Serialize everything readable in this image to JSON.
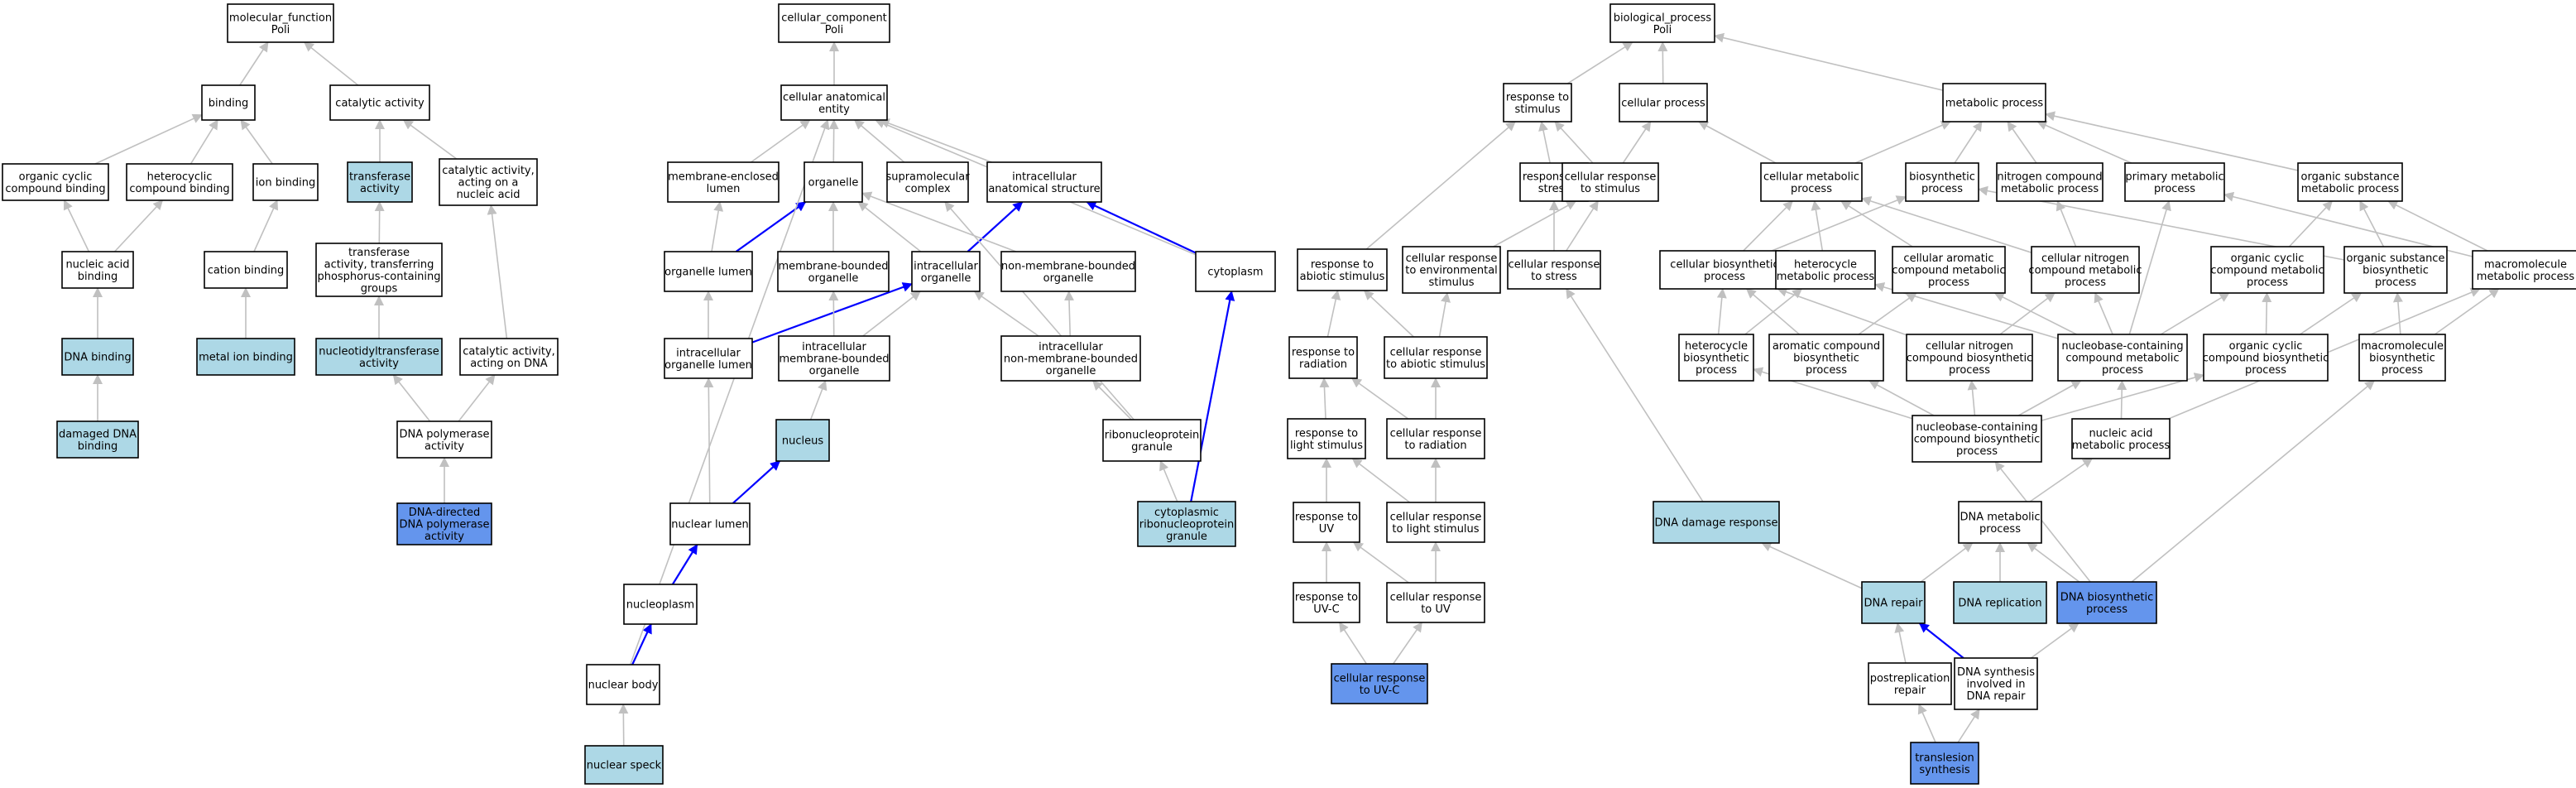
{
  "colors": {
    "plain": "#ffffff",
    "light": "#add8e6",
    "dark": "#6495ed",
    "edge_gray": "#c0c0c0",
    "edge_blue": "#0000ff",
    "stroke": "#000000"
  },
  "nodes": [
    {
      "id": "mf",
      "lines": [
        "molecular_function",
        "Poli"
      ],
      "fill": "plain"
    },
    {
      "id": "binding",
      "lines": [
        "binding"
      ],
      "fill": "plain"
    },
    {
      "id": "catalytic",
      "lines": [
        "catalytic activity"
      ],
      "fill": "plain"
    },
    {
      "id": "ocb",
      "lines": [
        "organic cyclic",
        "compound binding"
      ],
      "fill": "plain"
    },
    {
      "id": "hcb",
      "lines": [
        "heterocyclic",
        "compound binding"
      ],
      "fill": "plain"
    },
    {
      "id": "ionb",
      "lines": [
        "ion binding"
      ],
      "fill": "plain"
    },
    {
      "id": "transferase",
      "lines": [
        "transferase",
        "activity"
      ],
      "fill": "light"
    },
    {
      "id": "catna",
      "lines": [
        "catalytic activity,",
        "acting on a",
        "nucleic acid"
      ],
      "fill": "plain"
    },
    {
      "id": "nab",
      "lines": [
        "nucleic acid",
        "binding"
      ],
      "fill": "plain"
    },
    {
      "id": "cationb",
      "lines": [
        "cation binding"
      ],
      "fill": "plain"
    },
    {
      "id": "transphos",
      "lines": [
        "transferase",
        "activity, transferring",
        "phosphorus-containing",
        "groups"
      ],
      "fill": "plain"
    },
    {
      "id": "dnab",
      "lines": [
        "DNA binding"
      ],
      "fill": "light"
    },
    {
      "id": "metalb",
      "lines": [
        "metal ion binding"
      ],
      "fill": "light"
    },
    {
      "id": "nucltrans",
      "lines": [
        "nucleotidyltransferase",
        "activity"
      ],
      "fill": "light"
    },
    {
      "id": "catdna",
      "lines": [
        "catalytic activity,",
        "acting on DNA"
      ],
      "fill": "plain"
    },
    {
      "id": "damdna",
      "lines": [
        "damaged DNA",
        "binding"
      ],
      "fill": "light"
    },
    {
      "id": "dnapol",
      "lines": [
        "DNA polymerase",
        "activity"
      ],
      "fill": "plain"
    },
    {
      "id": "dddpa",
      "lines": [
        "DNA-directed",
        "DNA polymerase",
        "activity"
      ],
      "fill": "dark"
    },
    {
      "id": "cc",
      "lines": [
        "cellular_component",
        "Poli"
      ],
      "fill": "plain"
    },
    {
      "id": "cae",
      "lines": [
        "cellular anatomical",
        "entity"
      ],
      "fill": "plain"
    },
    {
      "id": "mel",
      "lines": [
        "membrane-enclosed",
        "lumen"
      ],
      "fill": "plain"
    },
    {
      "id": "organelle",
      "lines": [
        "organelle"
      ],
      "fill": "plain"
    },
    {
      "id": "supramol",
      "lines": [
        "supramolecular",
        "complex"
      ],
      "fill": "plain"
    },
    {
      "id": "ias",
      "lines": [
        "intracellular",
        "anatomical structure"
      ],
      "fill": "plain"
    },
    {
      "id": "orglumen",
      "lines": [
        "organelle lumen"
      ],
      "fill": "plain"
    },
    {
      "id": "mbo",
      "lines": [
        "membrane-bounded",
        "organelle"
      ],
      "fill": "plain"
    },
    {
      "id": "intorg",
      "lines": [
        "intracellular",
        "organelle"
      ],
      "fill": "plain"
    },
    {
      "id": "nmbo",
      "lines": [
        "non-membrane-bounded",
        "organelle"
      ],
      "fill": "plain"
    },
    {
      "id": "cytoplasm",
      "lines": [
        "cytoplasm"
      ],
      "fill": "plain"
    },
    {
      "id": "iol",
      "lines": [
        "intracellular",
        "organelle lumen"
      ],
      "fill": "plain"
    },
    {
      "id": "imbo",
      "lines": [
        "intracellular",
        "membrane-bounded",
        "organelle"
      ],
      "fill": "plain"
    },
    {
      "id": "inmbo",
      "lines": [
        "intracellular",
        "non-membrane-bounded",
        "organelle"
      ],
      "fill": "plain"
    },
    {
      "id": "nucleus",
      "lines": [
        "nucleus"
      ],
      "fill": "light"
    },
    {
      "id": "rnpg",
      "lines": [
        "ribonucleoprotein",
        "granule"
      ],
      "fill": "plain"
    },
    {
      "id": "nuclumen",
      "lines": [
        "nuclear lumen"
      ],
      "fill": "plain"
    },
    {
      "id": "crnpg",
      "lines": [
        "cytoplasmic",
        "ribonucleoprotein",
        "granule"
      ],
      "fill": "light"
    },
    {
      "id": "nucleoplasm",
      "lines": [
        "nucleoplasm"
      ],
      "fill": "plain"
    },
    {
      "id": "nucbody",
      "lines": [
        "nuclear body"
      ],
      "fill": "plain"
    },
    {
      "id": "nucspeck",
      "lines": [
        "nuclear speck"
      ],
      "fill": "light"
    },
    {
      "id": "bp",
      "lines": [
        "biological_process",
        "Poli"
      ],
      "fill": "plain"
    },
    {
      "id": "rts",
      "lines": [
        "response to",
        "stimulus"
      ],
      "fill": "plain"
    },
    {
      "id": "cp",
      "lines": [
        "cellular process"
      ],
      "fill": "plain"
    },
    {
      "id": "mp",
      "lines": [
        "metabolic process"
      ],
      "fill": "plain"
    },
    {
      "id": "rtstress",
      "lines": [
        "response to",
        "stress"
      ],
      "fill": "plain"
    },
    {
      "id": "crts",
      "lines": [
        "cellular response",
        "to stimulus"
      ],
      "fill": "plain"
    },
    {
      "id": "cmp",
      "lines": [
        "cellular metabolic",
        "process"
      ],
      "fill": "plain"
    },
    {
      "id": "biosyn",
      "lines": [
        "biosynthetic",
        "process"
      ],
      "fill": "plain"
    },
    {
      "id": "ncmp",
      "lines": [
        "nitrogen compound",
        "metabolic process"
      ],
      "fill": "plain"
    },
    {
      "id": "pmp",
      "lines": [
        "primary metabolic",
        "process"
      ],
      "fill": "plain"
    },
    {
      "id": "osmp",
      "lines": [
        "organic substance",
        "metabolic process"
      ],
      "fill": "plain"
    },
    {
      "id": "rtas",
      "lines": [
        "response to",
        "abiotic stimulus"
      ],
      "fill": "plain"
    },
    {
      "id": "crtes",
      "lines": [
        "cellular response",
        "to environmental",
        "stimulus"
      ],
      "fill": "plain"
    },
    {
      "id": "crtstress",
      "lines": [
        "cellular response",
        "to stress"
      ],
      "fill": "plain"
    },
    {
      "id": "cbp",
      "lines": [
        "cellular biosynthetic",
        "process"
      ],
      "fill": "plain"
    },
    {
      "id": "hmp",
      "lines": [
        "heterocycle",
        "metabolic process"
      ],
      "fill": "plain"
    },
    {
      "id": "cacmp",
      "lines": [
        "cellular aromatic",
        "compound metabolic",
        "process"
      ],
      "fill": "plain"
    },
    {
      "id": "cncmp",
      "lines": [
        "cellular nitrogen",
        "compound metabolic",
        "process"
      ],
      "fill": "plain"
    },
    {
      "id": "occmp",
      "lines": [
        "organic cyclic",
        "compound metabolic",
        "process"
      ],
      "fill": "plain"
    },
    {
      "id": "osbp",
      "lines": [
        "organic substance",
        "biosynthetic",
        "process"
      ],
      "fill": "plain"
    },
    {
      "id": "mmp",
      "lines": [
        "macromolecule",
        "metabolic process"
      ],
      "fill": "plain"
    },
    {
      "id": "rtrad",
      "lines": [
        "response to",
        "radiation"
      ],
      "fill": "plain"
    },
    {
      "id": "crtas",
      "lines": [
        "cellular response",
        "to abiotic stimulus"
      ],
      "fill": "plain"
    },
    {
      "id": "hbp",
      "lines": [
        "heterocycle",
        "biosynthetic",
        "process"
      ],
      "fill": "plain"
    },
    {
      "id": "acbp",
      "lines": [
        "aromatic compound",
        "biosynthetic",
        "process"
      ],
      "fill": "plain"
    },
    {
      "id": "cncbp",
      "lines": [
        "cellular nitrogen",
        "compound biosynthetic",
        "process"
      ],
      "fill": "plain"
    },
    {
      "id": "nbccmp",
      "lines": [
        "nucleobase-containing",
        "compound metabolic",
        "process"
      ],
      "fill": "plain"
    },
    {
      "id": "occbp",
      "lines": [
        "organic cyclic",
        "compound biosynthetic",
        "process"
      ],
      "fill": "plain"
    },
    {
      "id": "mbp",
      "lines": [
        "macromolecule",
        "biosynthetic",
        "process"
      ],
      "fill": "plain"
    },
    {
      "id": "rtls",
      "lines": [
        "response to",
        "light stimulus"
      ],
      "fill": "plain"
    },
    {
      "id": "crtrad",
      "lines": [
        "cellular response",
        "to radiation"
      ],
      "fill": "plain"
    },
    {
      "id": "nbccbp",
      "lines": [
        "nucleobase-containing",
        "compound biosynthetic",
        "process"
      ],
      "fill": "plain"
    },
    {
      "id": "namp",
      "lines": [
        "nucleic acid",
        "metabolic process"
      ],
      "fill": "plain"
    },
    {
      "id": "rtuv",
      "lines": [
        "response to",
        "UV"
      ],
      "fill": "plain"
    },
    {
      "id": "crtls",
      "lines": [
        "cellular response",
        "to light stimulus"
      ],
      "fill": "plain"
    },
    {
      "id": "ddr",
      "lines": [
        "DNA damage response"
      ],
      "fill": "light"
    },
    {
      "id": "dnamp",
      "lines": [
        "DNA metabolic",
        "process"
      ],
      "fill": "plain"
    },
    {
      "id": "rtuvc",
      "lines": [
        "response to",
        "UV-C"
      ],
      "fill": "plain"
    },
    {
      "id": "crtuv",
      "lines": [
        "cellular response",
        "to UV"
      ],
      "fill": "plain"
    },
    {
      "id": "dnarepair",
      "lines": [
        "DNA repair"
      ],
      "fill": "light"
    },
    {
      "id": "dnarep",
      "lines": [
        "DNA replication"
      ],
      "fill": "light"
    },
    {
      "id": "dnabp",
      "lines": [
        "DNA biosynthetic",
        "process"
      ],
      "fill": "dark"
    },
    {
      "id": "crtuvc",
      "lines": [
        "cellular response",
        "to UV-C"
      ],
      "fill": "dark"
    },
    {
      "id": "postrep",
      "lines": [
        "postreplication",
        "repair"
      ],
      "fill": "plain"
    },
    {
      "id": "dsidr",
      "lines": [
        "DNA synthesis",
        "involved in",
        "DNA repair"
      ],
      "fill": "plain"
    },
    {
      "id": "tls",
      "lines": [
        "translesion",
        "synthesis"
      ],
      "fill": "dark"
    }
  ],
  "edges": [
    [
      "binding",
      "mf",
      "gray"
    ],
    [
      "catalytic",
      "mf",
      "gray"
    ],
    [
      "ocb",
      "binding",
      "gray"
    ],
    [
      "hcb",
      "binding",
      "gray"
    ],
    [
      "ionb",
      "binding",
      "gray"
    ],
    [
      "transferase",
      "catalytic",
      "gray"
    ],
    [
      "catna",
      "catalytic",
      "gray"
    ],
    [
      "nab",
      "ocb",
      "gray"
    ],
    [
      "nab",
      "hcb",
      "gray"
    ],
    [
      "cationb",
      "ionb",
      "gray"
    ],
    [
      "transphos",
      "transferase",
      "gray"
    ],
    [
      "dnab",
      "nab",
      "gray"
    ],
    [
      "metalb",
      "cationb",
      "gray"
    ],
    [
      "nucltrans",
      "transphos",
      "gray"
    ],
    [
      "catdna",
      "catna",
      "gray"
    ],
    [
      "damdna",
      "dnab",
      "gray"
    ],
    [
      "dnapol",
      "nucltrans",
      "gray"
    ],
    [
      "dnapol",
      "catdna",
      "gray"
    ],
    [
      "dddpa",
      "dnapol",
      "gray"
    ],
    [
      "cae",
      "cc",
      "gray"
    ],
    [
      "mel",
      "cae",
      "gray"
    ],
    [
      "organelle",
      "cae",
      "gray"
    ],
    [
      "supramol",
      "cae",
      "gray"
    ],
    [
      "ias",
      "cae",
      "gray"
    ],
    [
      "cytoplasm",
      "cae",
      "gray"
    ],
    [
      "orglumen",
      "mel",
      "gray"
    ],
    [
      "orglumen",
      "organelle",
      "blue"
    ],
    [
      "mbo",
      "organelle",
      "gray"
    ],
    [
      "intorg",
      "organelle",
      "gray"
    ],
    [
      "intorg",
      "ias",
      "blue"
    ],
    [
      "nmbo",
      "organelle",
      "gray"
    ],
    [
      "cytoplasm",
      "ias",
      "blue"
    ],
    [
      "iol",
      "orglumen",
      "gray"
    ],
    [
      "iol",
      "intorg",
      "blue"
    ],
    [
      "imbo",
      "mbo",
      "gray"
    ],
    [
      "imbo",
      "intorg",
      "gray"
    ],
    [
      "inmbo",
      "intorg",
      "gray"
    ],
    [
      "inmbo",
      "nmbo",
      "gray"
    ],
    [
      "nucleus",
      "imbo",
      "gray"
    ],
    [
      "rnpg",
      "inmbo",
      "gray"
    ],
    [
      "rnpg",
      "supramol",
      "gray"
    ],
    [
      "nuclumen",
      "iol",
      "gray"
    ],
    [
      "nuclumen",
      "nucleus",
      "blue"
    ],
    [
      "crnpg",
      "rnpg",
      "gray"
    ],
    [
      "crnpg",
      "cytoplasm",
      "blue"
    ],
    [
      "nucleoplasm",
      "nuclumen",
      "blue"
    ],
    [
      "nucbody",
      "nucleoplasm",
      "blue"
    ],
    [
      "nucbody",
      "cae",
      "gray"
    ],
    [
      "nucspeck",
      "nucbody",
      "gray"
    ],
    [
      "rts",
      "bp",
      "gray"
    ],
    [
      "cp",
      "bp",
      "gray"
    ],
    [
      "mp",
      "bp",
      "gray"
    ],
    [
      "rtstress",
      "rts",
      "gray"
    ],
    [
      "crts",
      "rts",
      "gray"
    ],
    [
      "crts",
      "cp",
      "gray"
    ],
    [
      "cmp",
      "cp",
      "gray"
    ],
    [
      "cmp",
      "mp",
      "gray"
    ],
    [
      "biosyn",
      "mp",
      "gray"
    ],
    [
      "ncmp",
      "mp",
      "gray"
    ],
    [
      "pmp",
      "mp",
      "gray"
    ],
    [
      "osmp",
      "mp",
      "gray"
    ],
    [
      "rtas",
      "rts",
      "gray"
    ],
    [
      "crtes",
      "crts",
      "gray"
    ],
    [
      "crtstress",
      "rtstress",
      "gray"
    ],
    [
      "crtstress",
      "crts",
      "gray"
    ],
    [
      "cbp",
      "cmp",
      "gray"
    ],
    [
      "cbp",
      "biosyn",
      "gray"
    ],
    [
      "hmp",
      "cmp",
      "gray"
    ],
    [
      "cacmp",
      "cmp",
      "gray"
    ],
    [
      "cncmp",
      "cmp",
      "gray"
    ],
    [
      "cncmp",
      "ncmp",
      "gray"
    ],
    [
      "occmp",
      "osmp",
      "gray"
    ],
    [
      "osbp",
      "osmp",
      "gray"
    ],
    [
      "osbp",
      "biosyn",
      "gray"
    ],
    [
      "mmp",
      "osmp",
      "gray"
    ],
    [
      "mmp",
      "pmp",
      "gray"
    ],
    [
      "rtrad",
      "rtas",
      "gray"
    ],
    [
      "crtas",
      "rtas",
      "gray"
    ],
    [
      "crtas",
      "crtes",
      "gray"
    ],
    [
      "hbp",
      "hmp",
      "gray"
    ],
    [
      "hbp",
      "cbp",
      "gray"
    ],
    [
      "acbp",
      "cacmp",
      "gray"
    ],
    [
      "acbp",
      "cbp",
      "gray"
    ],
    [
      "cncbp",
      "cncmp",
      "gray"
    ],
    [
      "cncbp",
      "cbp",
      "gray"
    ],
    [
      "nbccmp",
      "hmp",
      "gray"
    ],
    [
      "nbccmp",
      "cacmp",
      "gray"
    ],
    [
      "nbccmp",
      "cncmp",
      "gray"
    ],
    [
      "nbccmp",
      "occmp",
      "gray"
    ],
    [
      "nbccmp",
      "pmp",
      "gray"
    ],
    [
      "occbp",
      "occmp",
      "gray"
    ],
    [
      "occbp",
      "osbp",
      "gray"
    ],
    [
      "mbp",
      "mmp",
      "gray"
    ],
    [
      "mbp",
      "osbp",
      "gray"
    ],
    [
      "rtls",
      "rtrad",
      "gray"
    ],
    [
      "crtrad",
      "rtrad",
      "gray"
    ],
    [
      "crtrad",
      "crtas",
      "gray"
    ],
    [
      "nbccbp",
      "nbccmp",
      "gray"
    ],
    [
      "nbccbp",
      "hbp",
      "gray"
    ],
    [
      "nbccbp",
      "acbp",
      "gray"
    ],
    [
      "nbccbp",
      "cncbp",
      "gray"
    ],
    [
      "nbccbp",
      "occbp",
      "gray"
    ],
    [
      "namp",
      "nbccmp",
      "gray"
    ],
    [
      "namp",
      "mmp",
      "gray"
    ],
    [
      "rtuv",
      "rtls",
      "gray"
    ],
    [
      "crtls",
      "rtls",
      "gray"
    ],
    [
      "crtls",
      "crtrad",
      "gray"
    ],
    [
      "ddr",
      "crtstress",
      "gray"
    ],
    [
      "dnamp",
      "namp",
      "gray"
    ],
    [
      "rtuvc",
      "rtuv",
      "gray"
    ],
    [
      "crtuv",
      "rtuv",
      "gray"
    ],
    [
      "crtuv",
      "crtls",
      "gray"
    ],
    [
      "dnarepair",
      "ddr",
      "gray"
    ],
    [
      "dnarepair",
      "dnamp",
      "gray"
    ],
    [
      "dnarep",
      "dnamp",
      "gray"
    ],
    [
      "dnabp",
      "dnamp",
      "gray"
    ],
    [
      "dnabp",
      "nbccbp",
      "gray"
    ],
    [
      "dnabp",
      "mbp",
      "gray"
    ],
    [
      "crtuvc",
      "rtuvc",
      "gray"
    ],
    [
      "crtuvc",
      "crtuv",
      "gray"
    ],
    [
      "postrep",
      "dnarepair",
      "gray"
    ],
    [
      "dsidr",
      "dnarepair",
      "blue"
    ],
    [
      "dsidr",
      "dnabp",
      "gray"
    ],
    [
      "tls",
      "postrep",
      "gray"
    ],
    [
      "tls",
      "dsidr",
      "gray"
    ]
  ]
}
